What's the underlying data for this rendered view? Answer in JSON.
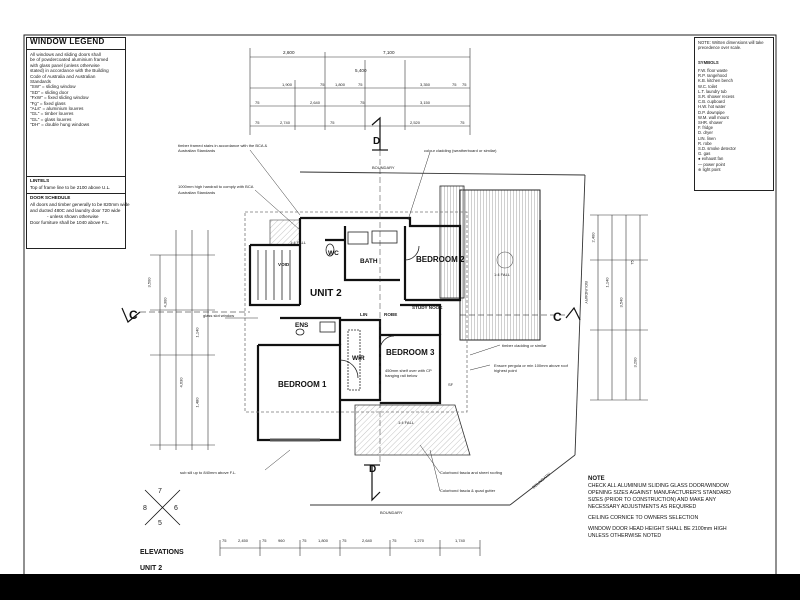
{
  "window_legend": {
    "title": "WINDOW LEGEND",
    "lines": [
      "All windows and sliding doors shall",
      "be of powdercoated aluminium framed",
      "with glass panel (unless otherwise",
      "stated) in accordance with the Building",
      "Code of Australia and Australian",
      "Standards",
      "\"SW\" = sliding window",
      "\"SD\" = sliding door",
      "\"FxW\" = fixed sliding window",
      "\"Fg\" = fixed glass",
      "\"ALs\" = aluminium louvres",
      "\"GL\" = timber louvres",
      "\"GL\" = glass louvres",
      "\"DH\" = double hung windows"
    ],
    "lintels_head": "LINTELS",
    "lintels": "Top of frame line to be 2100 above U.L.",
    "door_head": "DOOR SCHEDULE",
    "door_lines": [
      "All doors and timber generally to be 820mm wide",
      "and ducted 480C and laundry door 720 wide",
      "- unless shown otherwise",
      "Door furniture shall be 1040 above F.L."
    ]
  },
  "symbols_legend": {
    "note": "NOTE: Written dimensions will take precedence over scale.",
    "head": "SYMBOLS",
    "items": [
      "F.W.  floor waste",
      "R.P.  rangehood",
      "K.B.  kitchen bench",
      "W.C.  toilet",
      "L.T.  laundry tub",
      "S.R.  shower recess",
      "C.B.  cupboard",
      "H.W.  hot water",
      "D.P.  downpipe",
      "W.M.  wall mount",
      "SHR.  shower",
      "F.  fridge",
      "D.  dryer",
      "LIN.  linen",
      "R.  robe",
      "S.D.  smoke detector",
      "G.  gas",
      "●  exhaust fan",
      "—  power point",
      "⊕  light point"
    ]
  },
  "dimensions_top": {
    "row1": [
      "2,600",
      "7,100"
    ],
    "row2": [
      "1,900",
      "75",
      "1,800",
      "75",
      "3,350",
      "75",
      "75"
    ],
    "row3": [
      "75",
      "2,640",
      "75",
      "3,150"
    ],
    "row4": [
      "75",
      "2,740",
      "75",
      "2,520",
      "75"
    ],
    "row5": [
      "5,400"
    ]
  },
  "dimensions_bottom": [
    "75",
    "2,450",
    "75",
    "960",
    "75",
    "1,800",
    "75",
    "2,640",
    "75",
    "1,270",
    "1,740"
  ],
  "dimensions_left": [
    "3,500",
    "4,300",
    "4,630",
    "1,140",
    "1,480"
  ],
  "dimensions_right": [
    "2,400",
    "1,140",
    "3,540",
    "75",
    "3,200"
  ],
  "rooms": {
    "unit": "UNIT 2",
    "bedroom1": "BEDROOM 1",
    "bedroom2": "BEDROOM 2",
    "bedroom3": "BEDROOM 3",
    "bath": "BATH",
    "wc": "WC",
    "ens": "ENS",
    "wir": "WIR",
    "study": "STUDY NOOK",
    "robe": "ROBE",
    "lin": "LIN",
    "void": "VOID"
  },
  "section_markers": {
    "top": "D",
    "bottom": "D",
    "left": "C",
    "right": "C"
  },
  "boundary_labels": [
    "BOUNDARY",
    "BOUNDARY",
    "BOUNDARY",
    "BOUNDARY"
  ],
  "annotations": [
    "timber framed stairs in accordance with the BCA & Australian Standards",
    "1000mm high handrail to comply with BCA",
    "Australian Standards",
    "colour cladding (weatherboard or similar)",
    "glass slot window",
    "1:4 FALL",
    "1:4 FALL",
    "1:4 FALL",
    "timber cladding or similar",
    "Ensure pergola or min 100mm above roof highest point",
    "450mm shelf over with CP hanging rail below",
    "Colorbond fascia and sheet roofing",
    "Colorbond fascia & quad gutter",
    "sub sill up to 840mm above F.L.",
    "SF"
  ],
  "note_block": {
    "head": "NOTE",
    "lines": [
      "CHECK ALL ALUMINIUM SLIDING GLASS DOOR/WINDOW",
      "OPENING SIZES AGAINST MANUFACTURER'S STANDARD",
      "SIZES (PRIOR TO CONSTRUCTION) AND MAKE ANY",
      "NECESSARY ADJUSTMENTS AS REQUIRED",
      "",
      "CEILING CORNICE TO OWNERS SELECTION",
      "",
      "WINDOW DOOR HEAD HEIGHT SHALL BE 2100mm HIGH",
      "UNLESS OTHERWISE NOTED"
    ]
  },
  "elevation_key": {
    "numbers": [
      "7",
      "8",
      "5",
      "6"
    ],
    "label": "ELEVATIONS",
    "unit": "UNIT 2"
  },
  "colors": {
    "ink": "#111111",
    "hatch": "#9a9a9a",
    "paper": "#ffffff"
  }
}
